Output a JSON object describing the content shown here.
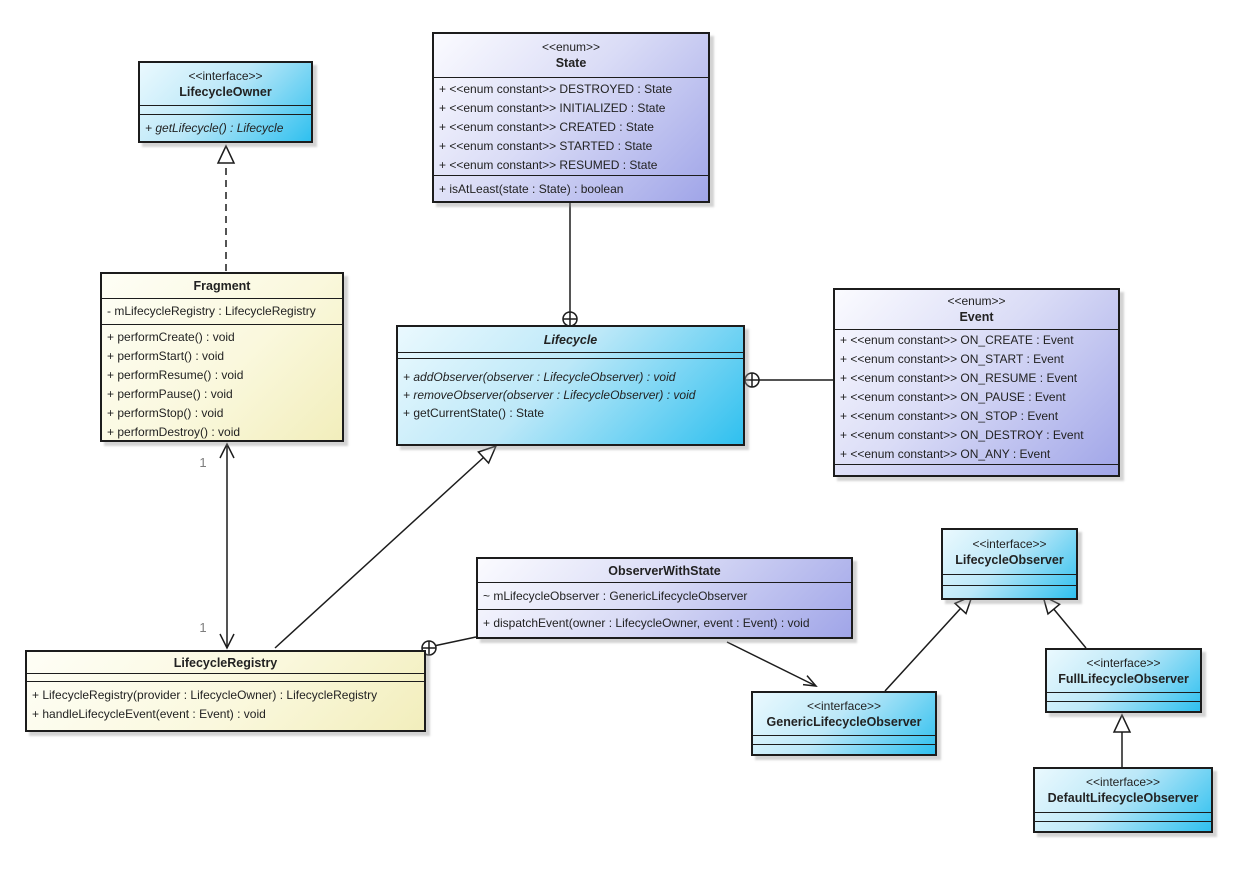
{
  "diagram": {
    "type": "uml-class-diagram",
    "background": "#ffffff"
  },
  "colors": {
    "interface_fill": "#2fc0ef",
    "enum_fill": "#a0a5e8",
    "class_fill": "#f2eebc",
    "border": "#1c1c1c",
    "multiplicity_text": "#7d7d7d"
  },
  "classes": {
    "lifecycleOwner": {
      "stereotype": "<<interface>>",
      "name": "LifecycleOwner",
      "operations": [
        "+ getLifecycle() : Lifecycle"
      ]
    },
    "state": {
      "stereotype": "<<enum>>",
      "name": "State",
      "attributes": [
        "+ <<enum constant>> DESTROYED : State",
        "+ <<enum constant>> INITIALIZED : State",
        "+ <<enum constant>> CREATED : State",
        "+ <<enum constant>> STARTED : State",
        "+ <<enum constant>> RESUMED : State"
      ],
      "operations": [
        "+ isAtLeast(state : State) : boolean"
      ]
    },
    "fragment": {
      "name": "Fragment",
      "attributes": [
        "- mLifecycleRegistry : LifecycleRegistry"
      ],
      "operations": [
        "+ performCreate() : void",
        "+ performStart() : void",
        "+ performResume() : void",
        "+ performPause() : void",
        "+ performStop() : void",
        "+ performDestroy() : void"
      ]
    },
    "lifecycle": {
      "name": "Lifecycle",
      "operations": [
        "+ addObserver(observer : LifecycleObserver) : void",
        "+ removeObserver(observer : LifecycleObserver) : void",
        "+ getCurrentState() : State"
      ]
    },
    "event": {
      "stereotype": "<<enum>>",
      "name": "Event",
      "attributes": [
        "+ <<enum constant>> ON_CREATE : Event",
        "+ <<enum constant>> ON_START : Event",
        "+ <<enum constant>> ON_RESUME : Event",
        "+ <<enum constant>> ON_PAUSE : Event",
        "+ <<enum constant>> ON_STOP : Event",
        "+ <<enum constant>> ON_DESTROY : Event",
        "+ <<enum constant>> ON_ANY : Event"
      ]
    },
    "observerWithState": {
      "name": "ObserverWithState",
      "attributes": [
        "~ mLifecycleObserver : GenericLifecycleObserver"
      ],
      "operations": [
        "+ dispatchEvent(owner : LifecycleOwner, event : Event) : void"
      ]
    },
    "lifecycleRegistry": {
      "name": "LifecycleRegistry",
      "operations": [
        "+ LifecycleRegistry(provider : LifecycleOwner) : LifecycleRegistry",
        "+ handleLifecycleEvent(event : Event) : void"
      ]
    },
    "lifecycleObserver": {
      "stereotype": "<<interface>>",
      "name": "LifecycleObserver"
    },
    "genericLifecycleObserver": {
      "stereotype": "<<interface>>",
      "name": "GenericLifecycleObserver"
    },
    "fullLifecycleObserver": {
      "stereotype": "<<interface>>",
      "name": "FullLifecycleObserver"
    },
    "defaultLifecycleObserver": {
      "stereotype": "<<interface>>",
      "name": "DefaultLifecycleObserver"
    }
  },
  "multiplicities": {
    "fragment_end": "1",
    "registry_end": "1"
  },
  "relationships": [
    {
      "from": "Fragment",
      "to": "LifecycleOwner",
      "type": "realization"
    },
    {
      "from": "State",
      "to": "Lifecycle",
      "type": "nested-in"
    },
    {
      "from": "Event",
      "to": "Lifecycle",
      "type": "nested-in"
    },
    {
      "from": "Fragment",
      "to": "LifecycleRegistry",
      "type": "association",
      "from_mult": "1",
      "to_mult": "1"
    },
    {
      "from": "LifecycleRegistry",
      "to": "Lifecycle",
      "type": "generalization"
    },
    {
      "from": "ObserverWithState",
      "to": "LifecycleRegistry",
      "type": "nested-in"
    },
    {
      "from": "ObserverWithState",
      "to": "GenericLifecycleObserver",
      "type": "directed-association"
    },
    {
      "from": "GenericLifecycleObserver",
      "to": "LifecycleObserver",
      "type": "generalization"
    },
    {
      "from": "FullLifecycleObserver",
      "to": "LifecycleObserver",
      "type": "generalization"
    },
    {
      "from": "DefaultLifecycleObserver",
      "to": "FullLifecycleObserver",
      "type": "generalization"
    }
  ]
}
